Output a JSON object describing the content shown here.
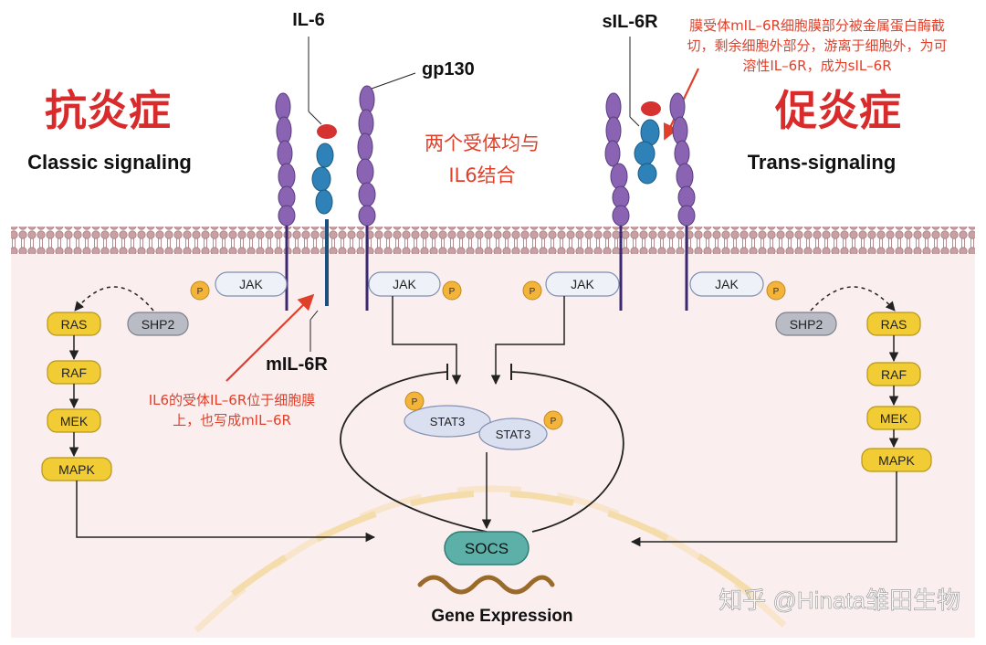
{
  "left": {
    "title_cn": "抗炎症",
    "title_en": "Classic signaling",
    "pathway": [
      "RAS",
      "RAF",
      "MEK",
      "MAPK"
    ],
    "shp2": "SHP2",
    "jak": "JAK",
    "p": "P"
  },
  "right": {
    "title_cn": "促炎症",
    "title_en": "Trans-signaling",
    "pathway": [
      "RAS",
      "RAF",
      "MEK",
      "MAPK"
    ],
    "shp2": "SHP2",
    "jak": "JAK",
    "p": "P"
  },
  "center_jak_left": "JAK",
  "center_jak_right": "JAK",
  "labels": {
    "il6": "IL-6",
    "gp130": "gp130",
    "sil6r": "sIL-6R",
    "mil6r": "mIL-6R",
    "stat3_a": "STAT3",
    "stat3_b": "STAT3",
    "socs": "SOCS",
    "gene_expression": "Gene Expression",
    "p": "P"
  },
  "annotations": {
    "center_line1": "两个受体均与",
    "center_line2": "IL6结合",
    "mil6r_line1": "IL6的受体IL–6R位于细胞膜",
    "mil6r_line2": "上，也写成mIL–6R",
    "sil6r_line1": "膜受体mIL–6R细胞膜部分被金属蛋白酶截",
    "sil6r_line2": "切，剩余细胞外部分，游离于细胞外，为可",
    "sil6r_line3": "溶性IL–6R，成为sIL–6R"
  },
  "watermark": "知乎 @Hinata雏田生物",
  "colors": {
    "membrane": "#b98c90",
    "cytoplasm": "#fbeeee",
    "gp130": "#8a63b3",
    "receptor": "#2e82b8",
    "il6": "#d63232",
    "kinase": "#f2cc34",
    "stat3": "#dbe0f0",
    "socs": "#5cb0a8",
    "annotation": "#e0402a"
  }
}
